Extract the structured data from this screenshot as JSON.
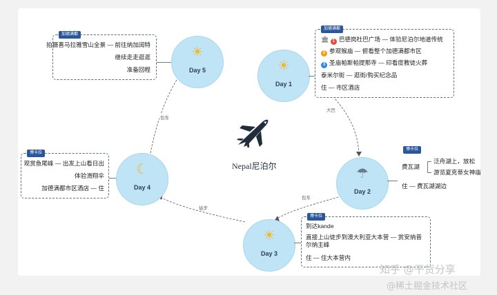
{
  "center": {
    "label": "Nepal尼泊尔"
  },
  "days": [
    {
      "label": "Day 5",
      "weather": "☀",
      "tag": "加德满都",
      "items": [
        "拍摄喜马拉雅雪山全景 — 前往纳加阔特",
        "继续走走逛逛",
        "准备回程"
      ]
    },
    {
      "label": "Day 1",
      "weather": "☀",
      "tag": "加德满都",
      "items": [
        "巴德岗杜巴广场 — 体验尼泊尔地道传统",
        "参观猴庙 — 俯看整个加德满都市区",
        "圣庙帕斯帕提那寺 — 印看度教徒火葬",
        "泰米尔街 — 逛街/购买纪念品",
        "住 — 市区酒店"
      ]
    },
    {
      "label": "Day 4",
      "weather": "☾",
      "tag": "博卡拉",
      "items": [
        "观赏鱼尾峰 — 出发上山看日出",
        "体验滑翔伞",
        "加德满都市区酒店 — 住"
      ]
    },
    {
      "label": "Day 2",
      "weather": "☂",
      "tag": "博卡拉",
      "items": [
        "泛舟湖上，放松",
        "游览夏克蒂女神庙",
        "费瓦湖",
        "住 — 费瓦湖湖边"
      ]
    },
    {
      "label": "Day 3",
      "weather": "☀",
      "tag": "博卡拉",
      "items": [
        "到达kande",
        "直接上山徒步到澳大利亚大本营 — 赏安纳普尔纳主峰",
        "住 — 住大本营内"
      ]
    }
  ],
  "edges": [
    {
      "from": "Day 1",
      "to": "Day 2",
      "label": "大巴"
    },
    {
      "from": "Day 2",
      "to": "Day 3",
      "label": "包车"
    },
    {
      "from": "Day 3",
      "to": "Day 4",
      "label": "徒步"
    },
    {
      "from": "Day 4",
      "to": "Day 5",
      "label": "包车"
    }
  ],
  "markers": {
    "d1_item1": "1",
    "d1_item2": "2",
    "d1_item3": "3"
  },
  "watermark": {
    "line1": "知乎 @干货分享",
    "line2": "@稀土掘金技术社区"
  },
  "colors": {
    "accent": "#2b579a",
    "bubble": "#bfe4f6",
    "airplane": "#1f2d3d"
  },
  "icons": {
    "center": "airplane-icon",
    "sunny": "sun-cloud-icon",
    "night": "moon-cloud-icon",
    "rain": "rain-cloud-icon"
  }
}
